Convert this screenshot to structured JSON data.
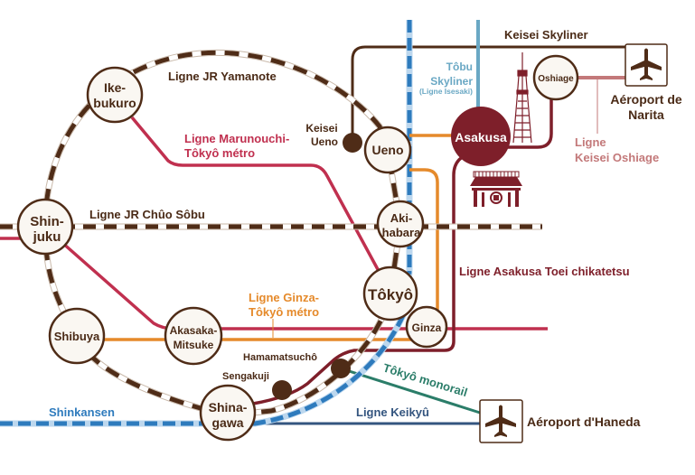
{
  "colors": {
    "jr": "#4f2c17",
    "marunouchi": "#c0304f",
    "ginza": "#e58a2b",
    "asakusa": "#7e1f2a",
    "shinkansen": "#2e7bbd",
    "tobu": "#6aa8c4",
    "keikyu": "#34557f",
    "monorail": "#2b7d69",
    "oshiage_line": "#c3797a",
    "station_fill": "#faf7f2",
    "station_stroke": "#4f2c17",
    "text_dark": "#4a2a16"
  },
  "lines": {
    "yamanote": "Ligne JR Yamanote",
    "chuo_sobu": "Ligne JR Chûo Sôbu",
    "marunouchi_1": "Ligne Marunouchi-",
    "marunouchi_2": "Tôkyô métro",
    "ginza_1": "Ligne Ginza-",
    "ginza_2": "Tôkyô métro",
    "asakusa": "Ligne Asakusa Toei chikatetsu",
    "keisei_skyliner": "Keisei Skyliner",
    "tobu_1": "Tôbu",
    "tobu_2": "Skyliner",
    "tobu_3": "(Ligne Isesaki)",
    "keisei_oshiage_1": "Ligne",
    "keisei_oshiage_2": "Keisei Oshiage",
    "shinkansen": "Shinkansen",
    "keikyu": "Ligne Keikyû",
    "monorail": "Tôkyô monorail"
  },
  "stations": {
    "ikebukuro_1": "Ike-",
    "ikebukuro_2": "bukuro",
    "shinjuku_1": "Shin-",
    "shinjuku_2": "juku",
    "shibuya": "Shibuya",
    "akasaka_1": "Akasaka-",
    "akasaka_2": "Mitsuke",
    "shinagawa_1": "Shina-",
    "shinagawa_2": "gawa",
    "tokyo": "Tôkyô",
    "ginza": "Ginza",
    "akihabara_1": "Aki-",
    "akihabara_2": "habara",
    "ueno": "Ueno",
    "asakusa": "Asakusa",
    "oshiage": "Oshiage",
    "keisei_ueno_1": "Keisei",
    "keisei_ueno_2": "Ueno",
    "sengakuji": "Sengakuji",
    "hamamatsucho": "Hamamatsuchô"
  },
  "airports": {
    "narita_1": "Aéroport de",
    "narita_2": "Narita",
    "haneda": "Aéroport d'Haneda"
  },
  "icons": {
    "airplane": "airplane-icon",
    "skytree": "skytree-tower-icon",
    "temple": "sensoji-temple-gate-icon"
  }
}
